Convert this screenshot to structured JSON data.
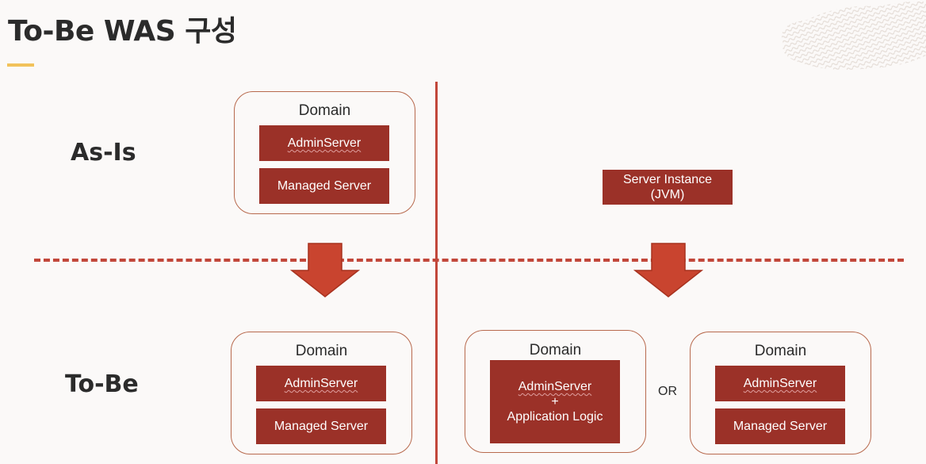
{
  "title": "To-Be WAS 구성",
  "rows": {
    "as_is": "As-Is",
    "to_be": "To-Be"
  },
  "as_is_domain": {
    "label": "Domain",
    "admin_server": "AdminServer",
    "managed_server": "Managed Server"
  },
  "server_instance": {
    "line1": "Server Instance",
    "line2": "(JVM)"
  },
  "to_be_domain_left": {
    "label": "Domain",
    "admin_server": "AdminServer",
    "managed_server": "Managed Server"
  },
  "to_be_domain_combined": {
    "label": "Domain",
    "admin_server": "AdminServer",
    "plus": "+",
    "app_logic": "Application Logic"
  },
  "or_label": "OR",
  "to_be_domain_right": {
    "label": "Domain",
    "admin_server": "AdminServer",
    "managed_server": "Managed Server"
  },
  "colors": {
    "accent_red": "#c2473a",
    "server_box": "#9b3128",
    "title_underline": "#f2c25a"
  }
}
